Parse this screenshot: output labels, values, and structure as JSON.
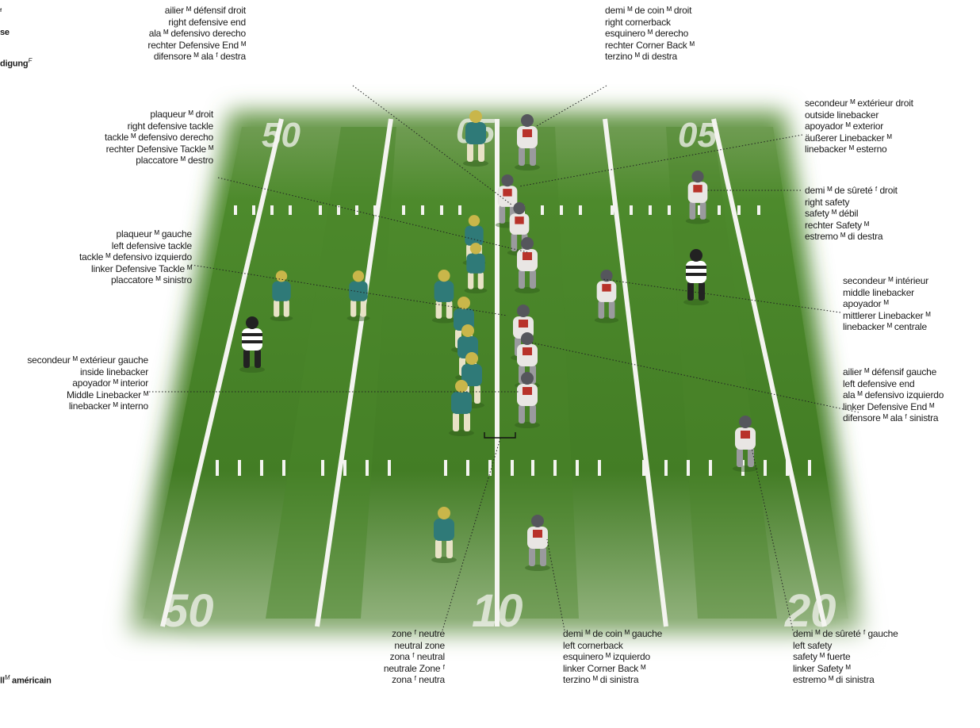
{
  "edge_fragments": {
    "top_line1": "ᶠ",
    "top_line2": "se",
    "top_line3": "digung",
    "top_line3_sup": "F",
    "bottom": "ll",
    "bottom_sup": "M",
    "bottom_rest": " américain"
  },
  "field": {
    "yard_numbers_top": [
      "50",
      "05",
      "05"
    ],
    "yard_numbers_bottom": [
      "50",
      "10",
      "20"
    ]
  },
  "labels": {
    "right_defensive_end": {
      "fr": "ailier ᴹ défensif droit",
      "en": "right defensive end",
      "es": "ala ᴹ defensivo derecho",
      "de": "rechter Defensive End ᴹ",
      "it": "difensore ᴹ ala ᶠ destra"
    },
    "right_cornerback": {
      "fr": "demi ᴹ de coin ᴹ droit",
      "en": "right cornerback",
      "es": "esquinero ᴹ derecho",
      "de": "rechter Corner Back ᴹ",
      "it": "terzino ᴹ di destra"
    },
    "right_defensive_tackle": {
      "fr": "plaqueur ᴹ droit",
      "en": "right defensive tackle",
      "es": "tackle ᴹ defensivo derecho",
      "de": "rechter Defensive Tackle ᴹ",
      "it": "placcatore ᴹ destro"
    },
    "outside_linebacker": {
      "fr": "secondeur ᴹ extérieur droit",
      "en": "outside linebacker",
      "es": "apoyador ᴹ exterior",
      "de": "äußerer Linebacker ᴹ",
      "it": "linebacker ᴹ esterno"
    },
    "right_safety": {
      "fr": "demi ᴹ de sûreté ᶠ droit",
      "en": "right safety",
      "es": "safety ᴹ débil",
      "de": "rechter Safety ᴹ",
      "it": "estremo ᴹ di destra"
    },
    "left_defensive_tackle": {
      "fr": "plaqueur ᴹ gauche",
      "en": "left defensive tackle",
      "es": "tackle ᴹ defensivo izquierdo",
      "de": "linker Defensive Tackle ᴹ",
      "it": "placcatore ᴹ sinistro"
    },
    "middle_linebacker": {
      "fr": "secondeur ᴹ intérieur",
      "en": "middle linebacker",
      "es": "apoyador ᴹ",
      "de": "mittlerer Linebacker ᴹ",
      "it": "linebacker ᴹ centrale"
    },
    "inside_linebacker": {
      "fr": "secondeur ᴹ extérieur gauche",
      "en": "inside linebacker",
      "es": "apoyador ᴹ interior",
      "de": "Middle Linebacker ᴹ",
      "it": "linebacker ᴹ interno"
    },
    "left_defensive_end": {
      "fr": "ailier ᴹ défensif gauche",
      "en": "left defensive end",
      "es": "ala ᴹ defensivo izquierdo",
      "de": "linker Defensive End ᴹ",
      "it": "difensore ᴹ ala ᶠ sinistra"
    },
    "neutral_zone": {
      "fr": "zone ᶠ neutre",
      "en": "neutral zone",
      "es": "zona ᶠ neutral",
      "de": "neutrale Zone ᶠ",
      "it": "zona ᶠ neutra"
    },
    "left_cornerback": {
      "fr": "demi ᴹ de coin ᴹ gauche",
      "en": "left cornerback",
      "es": "esquinero ᴹ izquierdo",
      "de": "linker Corner Back ᴹ",
      "it": "terzino ᴹ di sinistra"
    },
    "left_safety": {
      "fr": "demi ᴹ de sûreté ᶠ gauche",
      "en": "left safety",
      "es": "safety ᴹ fuerte",
      "de": "linker Safety ᴹ",
      "it": "estremo ᴹ di sinistra"
    }
  },
  "colors": {
    "turf": "#4f8a2e",
    "turf_dark": "#3c6f22",
    "line": "#f4f4f0",
    "offense_jersey": "#2f7a78",
    "offense_pants": "#e8e2c6",
    "offense_helmet": "#c9b64a",
    "defense_jersey": "#e9e6e4",
    "defense_pants": "#9a9a9e",
    "defense_helmet": "#55565c",
    "defense_accent": "#b8322a",
    "referee": "#222222"
  }
}
